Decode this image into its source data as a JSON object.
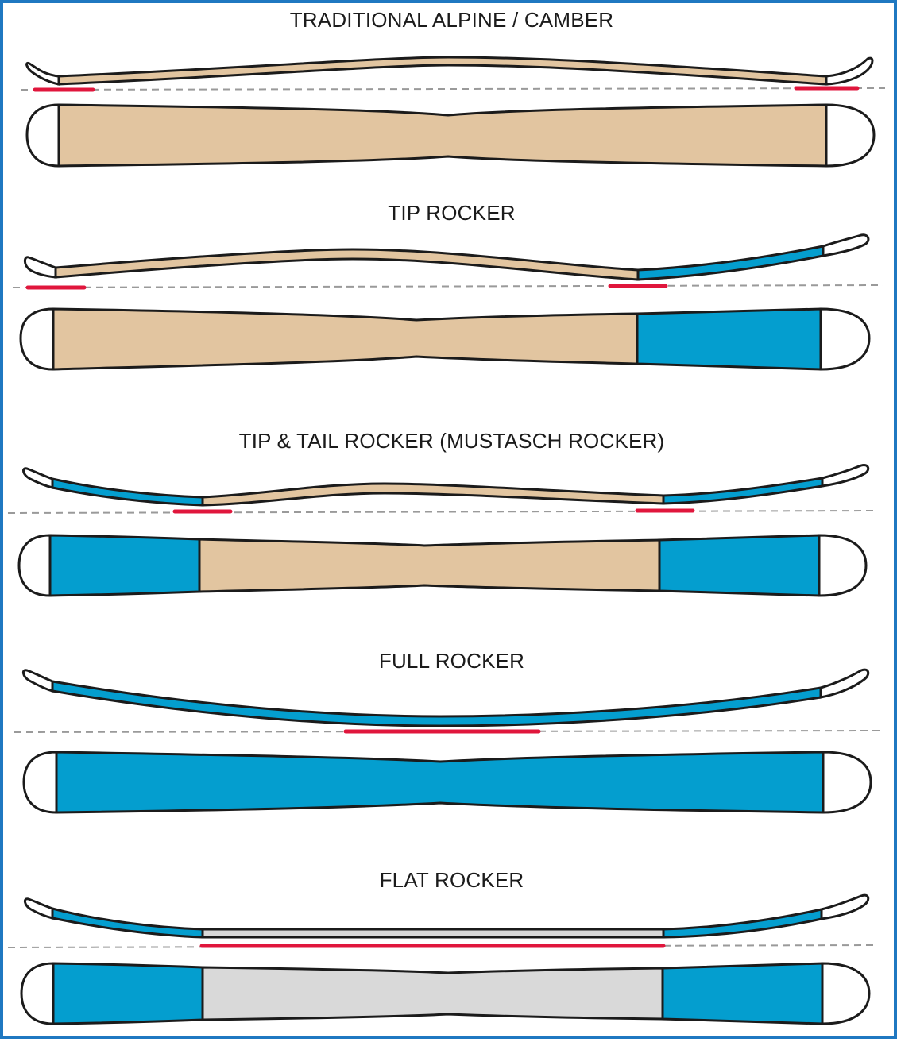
{
  "colors": {
    "border": "#1f78c1",
    "camber": "#e2c5a0",
    "rocker": "#049ecf",
    "flat": "#d9d9d9",
    "contact": "#e0163c",
    "ground_line": "#9a9a9a",
    "outline": "#1b1b1b"
  },
  "sections": [
    {
      "title": "TRADITIONAL ALPINE / CAMBER",
      "zones": [
        "camber"
      ]
    },
    {
      "title": "TIP ROCKER",
      "zones": [
        "camber",
        "rocker"
      ]
    },
    {
      "title": "TIP & TAIL ROCKER (MUSTASCH ROCKER)",
      "zones": [
        "rocker",
        "camber",
        "rocker"
      ]
    },
    {
      "title": "FULL ROCKER",
      "zones": [
        "rocker"
      ]
    },
    {
      "title": "FLAT ROCKER",
      "zones": [
        "rocker",
        "flat",
        "rocker"
      ]
    }
  ]
}
